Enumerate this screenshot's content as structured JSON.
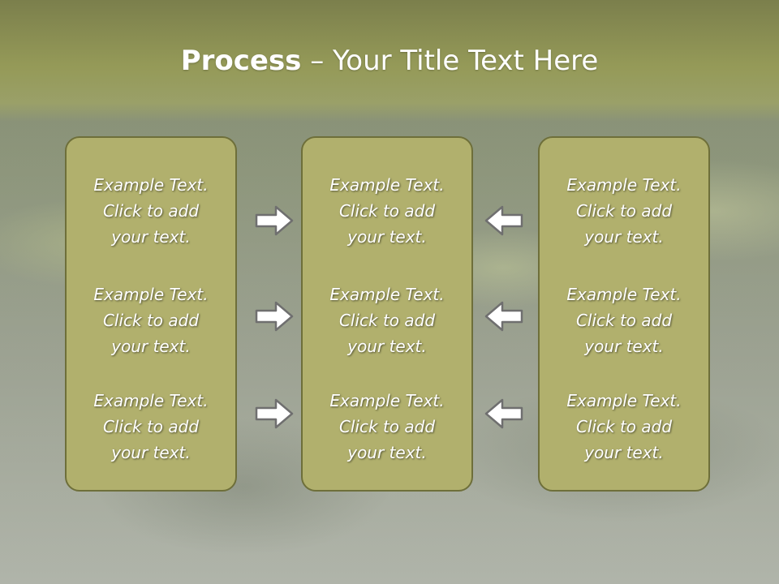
{
  "title": {
    "bold": "Process",
    "rest": " – Your Title Text Here"
  },
  "columns": {
    "left": [
      "Example Text.\nClick  to add\nyour text.",
      "Example Text.\nClick  to add\nyour text.",
      "Example Text.\nClick  to add\nyour text."
    ],
    "middle": [
      "Example Text.\nClick  to add\nyour text.",
      "Example Text.\nClick  to add\nyour text.",
      "Example Text.\nClick  to add\nyour text."
    ],
    "right": [
      "Example Text.\nClick  to add\nyour text.",
      "Example Text.\nClick  to add\nyour text.",
      "Example Text.\nClick  to add\nyour text."
    ]
  },
  "arrows": {
    "left_to_middle": "arrow-right-icon",
    "right_to_middle": "arrow-left-icon"
  },
  "colors": {
    "box_fill": "#b1b06d",
    "box_border": "#6e6f3a",
    "title_band": "#959a58",
    "text": "#ffffff"
  }
}
